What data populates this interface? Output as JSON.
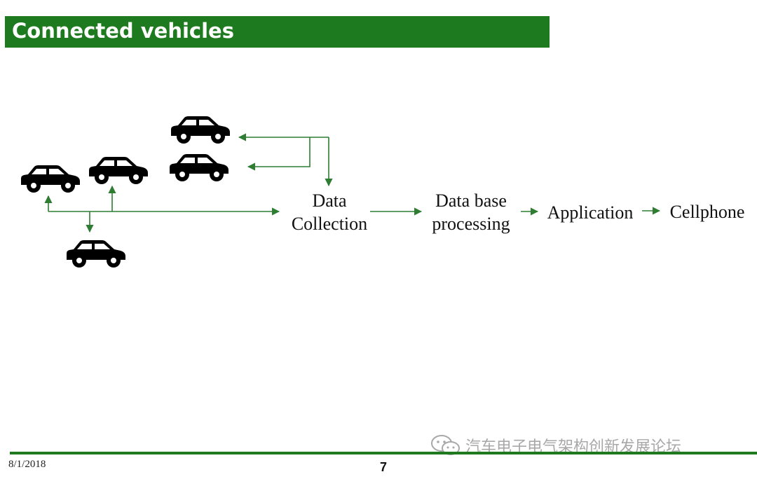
{
  "slide": {
    "title": "Connected vehicles",
    "footer_date": "8/1/2018",
    "page_number": "7",
    "watermark_text": "汽车电子电气架构创新发展论坛"
  },
  "diagram": {
    "nodes": {
      "data_collection": [
        "Data",
        "Collection"
      ],
      "database_processing": [
        "Data base",
        "processing"
      ],
      "application": "Application",
      "cellphone": "Cellphone"
    },
    "vehicle_icon": "car-icon",
    "vehicle_count": 5
  },
  "colors": {
    "accent": "#1e7a1e",
    "arrow": "#2e7d32",
    "car": "#000000",
    "title_text": "#ffffff"
  }
}
